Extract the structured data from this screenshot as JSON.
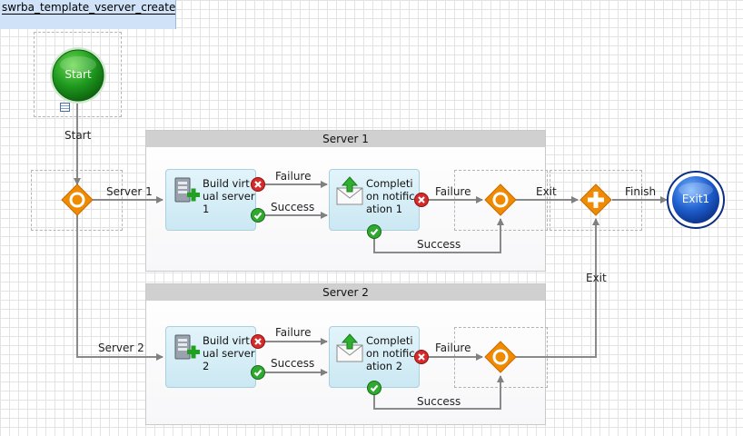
{
  "tab": {
    "title": "swrba_template_vserver_create"
  },
  "lanes": [
    {
      "title": "Server 1"
    },
    {
      "title": "Server 2"
    }
  ],
  "tasks": [
    {
      "label": "Build virtual server 1"
    },
    {
      "label": "Completion notification 1"
    },
    {
      "label": "Build virtual server 2"
    },
    {
      "label": "Completion notification 2"
    }
  ],
  "nodes": {
    "start": "Start",
    "exit": "Exit1"
  },
  "edge_labels": {
    "start": "Start",
    "server1": "Server 1",
    "server2": "Server 2",
    "failure": "Failure",
    "success": "Success",
    "exit": "Exit",
    "finish": "Finish"
  },
  "icons": {
    "server": "server-plus-icon",
    "mail": "mail-upload-icon",
    "failure": "red-x-icon",
    "success": "green-check-icon",
    "gateway": "orange-diamond-icon",
    "parallel": "orange-plus-diamond-icon"
  },
  "colors": {
    "start": "#1c8a1c",
    "exit": "#1f5fcf",
    "gateway": "#f08a00",
    "lane_header": "#d0d0d0",
    "task_fill": "#d6eef7",
    "connector": "#808080"
  }
}
